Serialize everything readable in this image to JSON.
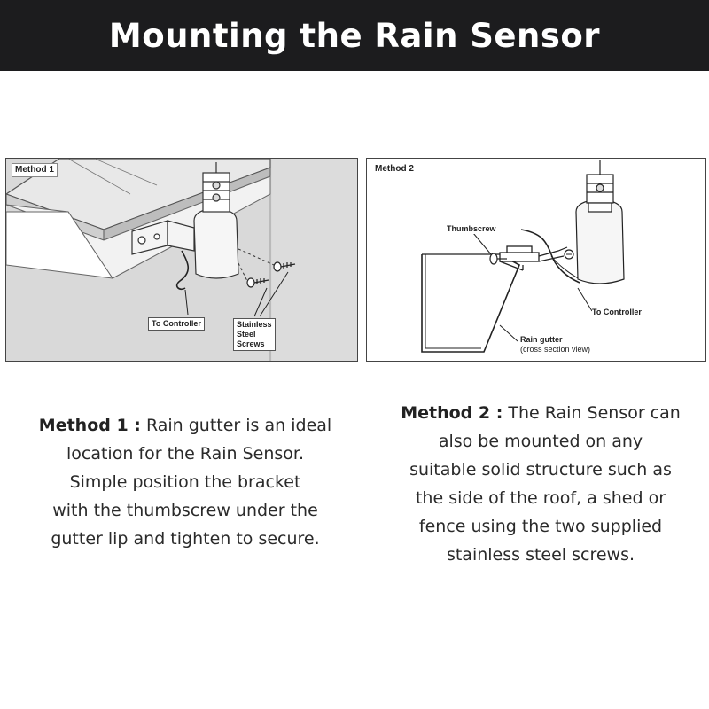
{
  "title": "Mounting the Rain Sensor",
  "method1": {
    "label": "Method 1",
    "callout_controller": "To Controller",
    "callout_screws": [
      "Stainless",
      "Steel",
      "Screws"
    ],
    "heading": "Method 1 :",
    "text_lines": [
      "Rain gutter is an ideal",
      "location for the Rain Sensor.",
      "Simple position the bracket",
      "with the thumbscrew under the",
      "gutter lip and tighten to secure."
    ]
  },
  "method2": {
    "label": "Method 2",
    "callout_thumbscrew": "Thumbscrew",
    "callout_controller": "To Controller",
    "callout_gutter": [
      "Rain gutter",
      "(cross section view)"
    ],
    "heading": "Method 2 :",
    "text_lines": [
      "The Rain Sensor can",
      "also be mounted on any",
      "suitable solid structure such as",
      "the side of the roof, a shed or",
      "fence using the two supplied",
      "stainless steel screws."
    ]
  },
  "colors": {
    "banner_bg": "#1c1c1e",
    "banner_text": "#ffffff",
    "wall_shade": "#d9d9d9"
  }
}
